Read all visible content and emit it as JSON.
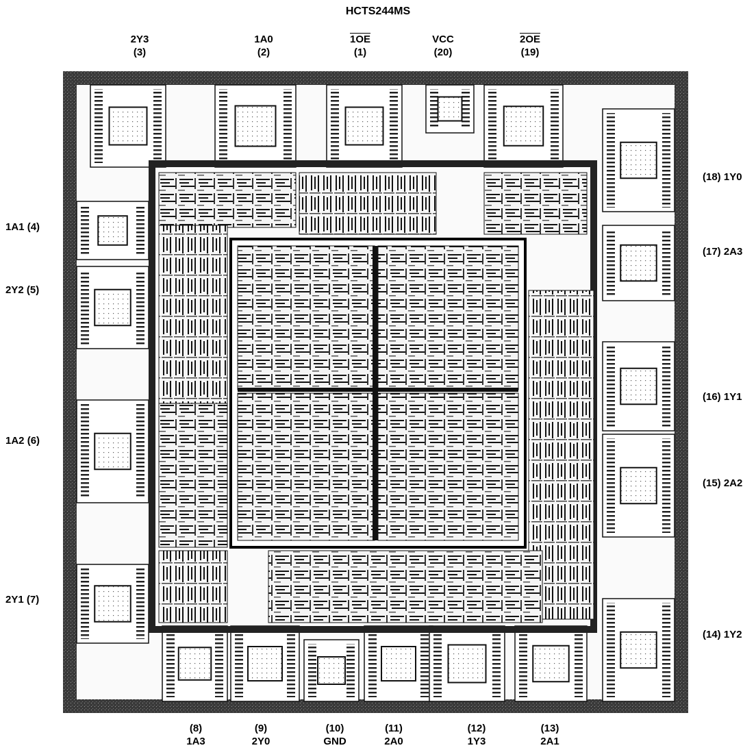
{
  "title": "HCTS244MS",
  "pins": {
    "p1": {
      "num": "(1)",
      "name": "1OE"
    },
    "p2": {
      "num": "(2)",
      "name": "1A0"
    },
    "p3": {
      "num": "(3)",
      "name": "2Y3"
    },
    "p4": {
      "num": "(4)",
      "name": "1A1"
    },
    "p5": {
      "num": "(5)",
      "name": "2Y2"
    },
    "p6": {
      "num": "(6)",
      "name": "1A2"
    },
    "p7": {
      "num": "(7)",
      "name": "2Y1"
    },
    "p8": {
      "num": "(8)",
      "name": "1A3"
    },
    "p9": {
      "num": "(9)",
      "name": "2Y0"
    },
    "p10": {
      "num": "(10)",
      "name": "GND"
    },
    "p11": {
      "num": "(11)",
      "name": "2A0"
    },
    "p12": {
      "num": "(12)",
      "name": "1Y3"
    },
    "p13": {
      "num": "(13)",
      "name": "2A1"
    },
    "p14": {
      "num": "(14)",
      "name": "1Y2"
    },
    "p15": {
      "num": "(15)",
      "name": "2A2"
    },
    "p16": {
      "num": "(16)",
      "name": "1Y1"
    },
    "p17": {
      "num": "(17)",
      "name": "2A3"
    },
    "p18": {
      "num": "(18)",
      "name": "1Y0"
    },
    "p19": {
      "num": "(19)",
      "name": "2OE"
    },
    "p20": {
      "num": "(20)",
      "name": "VCC"
    }
  }
}
